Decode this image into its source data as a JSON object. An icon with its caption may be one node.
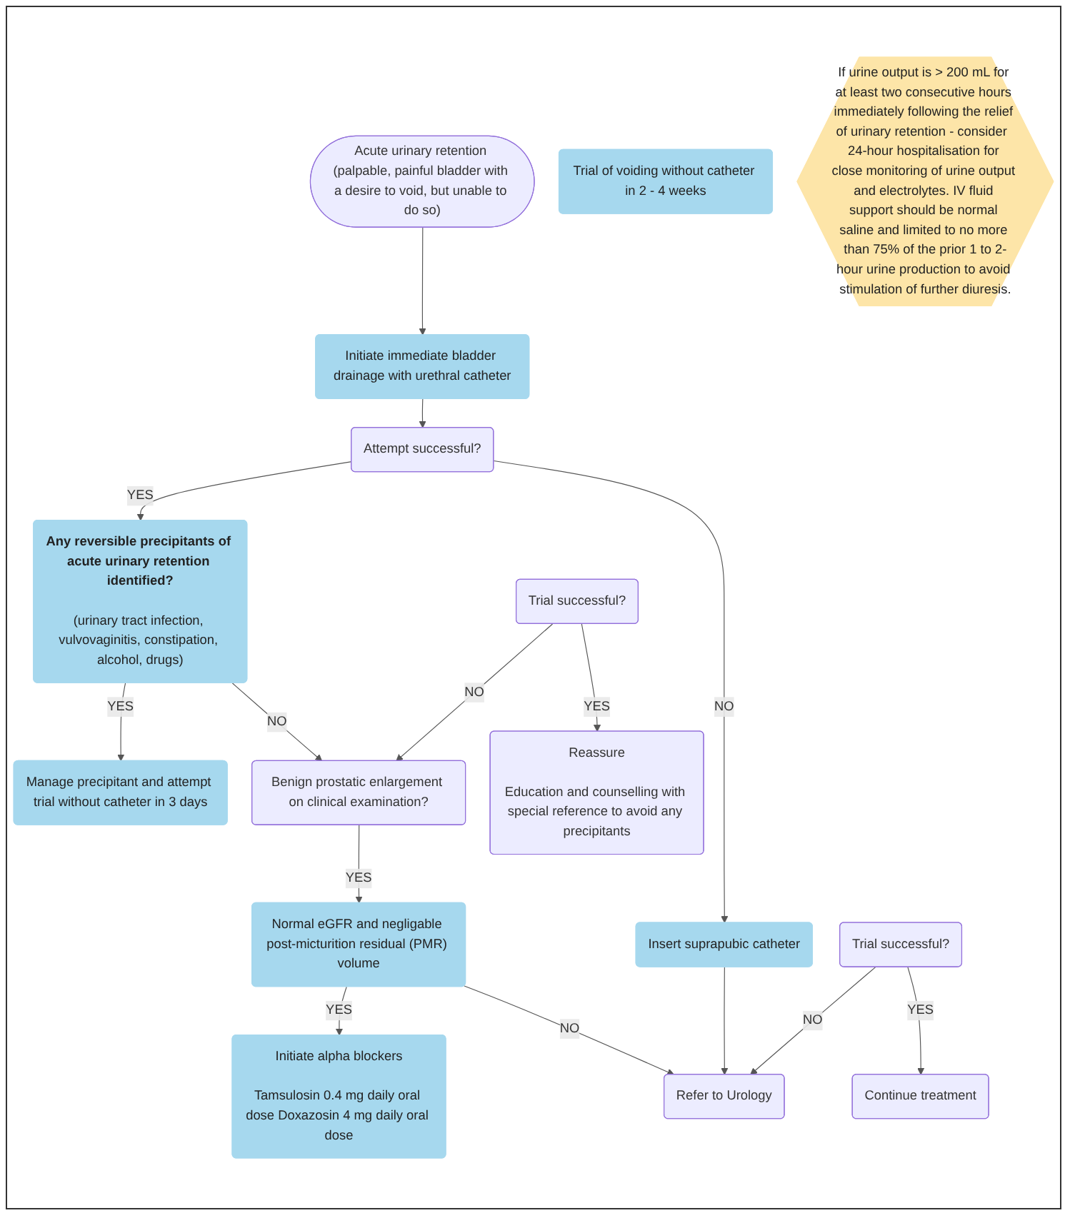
{
  "diagram": {
    "nodes": [
      {
        "text": [
          "Acute urinary retention (palpable, painful bladder with a desire to void, but unable to do so)"
        ]
      },
      {
        "text": [
          "Initiate immediate bladder drainage with urethral catheter"
        ]
      },
      {
        "text": [
          "Attempt successful?"
        ]
      },
      {
        "text": [
          "Insert suprapubic catheter"
        ]
      },
      {
        "text": [
          "Any reversible precipitants of acute urinary retention identified?",
          "(urinary tract infection, vulvovaginitis, constipation, alcohol, drugs)"
        ]
      },
      {
        "text": [
          "Manage precipitant and attempt trial without catheter in 3 days"
        ]
      },
      {
        "text": [
          "Benign prostatic enlargement on clinical examination?"
        ]
      },
      {
        "text": [
          "Trial successful?"
        ]
      },
      {
        "text": [
          "Reassure",
          "Education and counselling with special reference to avoid any precipitants"
        ]
      },
      {
        "text": [
          "Normal eGFR and negligable post-micturition residual (PMR) volume"
        ]
      },
      {
        "text": [
          "Initiate alpha blockers",
          "Tamsulosin 0.4 mg daily oral dose Doxazosin 4 mg daily oral dose"
        ]
      },
      {
        "text": [
          "Trial of voiding without catheter in 2 - 4 weeks"
        ]
      },
      {
        "text": [
          "Trial successful?"
        ]
      },
      {
        "text": [
          "Refer to Urology"
        ]
      },
      {
        "text": [
          "Continue treatment"
        ]
      },
      {
        "text": [
          "If urine output is > 200 mL for at least two consecutive hours immediately following the relief of urinary retention - consider  24-hour hospitalisation for close monitoring of urine output and electrolytes. IV fluid support should be normal saline and limited to no more than 75% of the prior 1 to 2-hour urine production to avoid stimulation of further diuresis."
        ]
      }
    ],
    "edges": [
      {
        "from": 0,
        "to": 1,
        "arrow": "to"
      },
      {
        "from": 1,
        "to": 2,
        "arrow": "to"
      },
      {
        "from": 2,
        "to": 3,
        "arrow": "to",
        "label": "NO"
      },
      {
        "from": 2,
        "to": 4,
        "arrow": "to",
        "label": "YES"
      },
      {
        "from": 4,
        "to": 6,
        "arrow": "to",
        "label": "NO"
      },
      {
        "from": 4,
        "to": 5,
        "arrow": "to",
        "label": "YES"
      },
      {
        "from": 7,
        "to": 6,
        "arrow": "to",
        "label": "NO"
      },
      {
        "from": 7,
        "to": 8,
        "arrow": "to",
        "label": "YES"
      },
      {
        "from": 6,
        "to": 9,
        "arrow": "to",
        "label": "YES"
      },
      {
        "from": 9,
        "to": 13,
        "arrow": "to",
        "label": "NO"
      },
      {
        "from": 9,
        "to": 10,
        "arrow": "to",
        "label": "YES"
      },
      {
        "from": 3,
        "to": 13,
        "arrow": "to"
      },
      {
        "from": 12,
        "to": 13,
        "arrow": "to",
        "label": "NO"
      },
      {
        "from": 12,
        "to": 14,
        "arrow": "to",
        "label": "YES"
      }
    ]
  }
}
